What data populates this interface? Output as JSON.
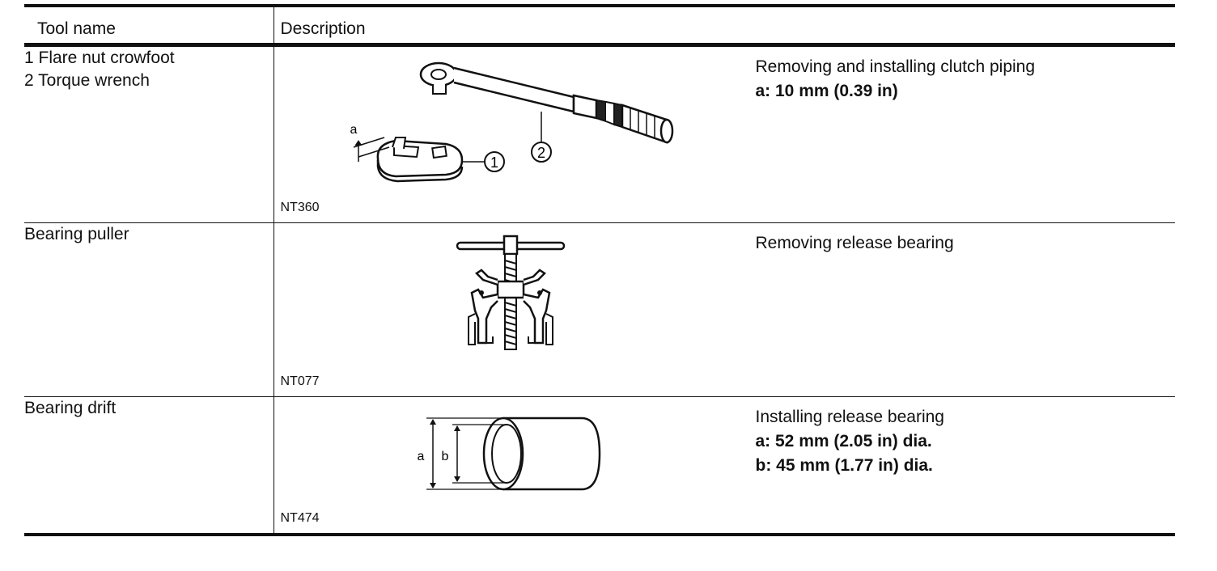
{
  "table": {
    "headers": {
      "tool_name": "Tool name",
      "description": "Description"
    },
    "rows": [
      {
        "names": [
          "1 Flare nut crowfoot",
          "2 Torque wrench"
        ],
        "code": "NT360",
        "purpose": "Removing and installing clutch piping",
        "specs": [
          "a: 10 mm (0.39 in)"
        ],
        "illustration_labels": {
          "dim_a": "a",
          "callout_1": "1",
          "callout_2": "2"
        }
      },
      {
        "names": [
          "Bearing puller"
        ],
        "code": "NT077",
        "purpose": "Removing release bearing",
        "specs": []
      },
      {
        "names": [
          "Bearing drift"
        ],
        "code": "NT474",
        "purpose": "Installing release bearing",
        "specs": [
          "a: 52 mm (2.05 in) dia.",
          "b: 45 mm (1.77 in) dia."
        ],
        "illustration_labels": {
          "dim_a": "a",
          "dim_b": "b"
        }
      }
    ]
  }
}
